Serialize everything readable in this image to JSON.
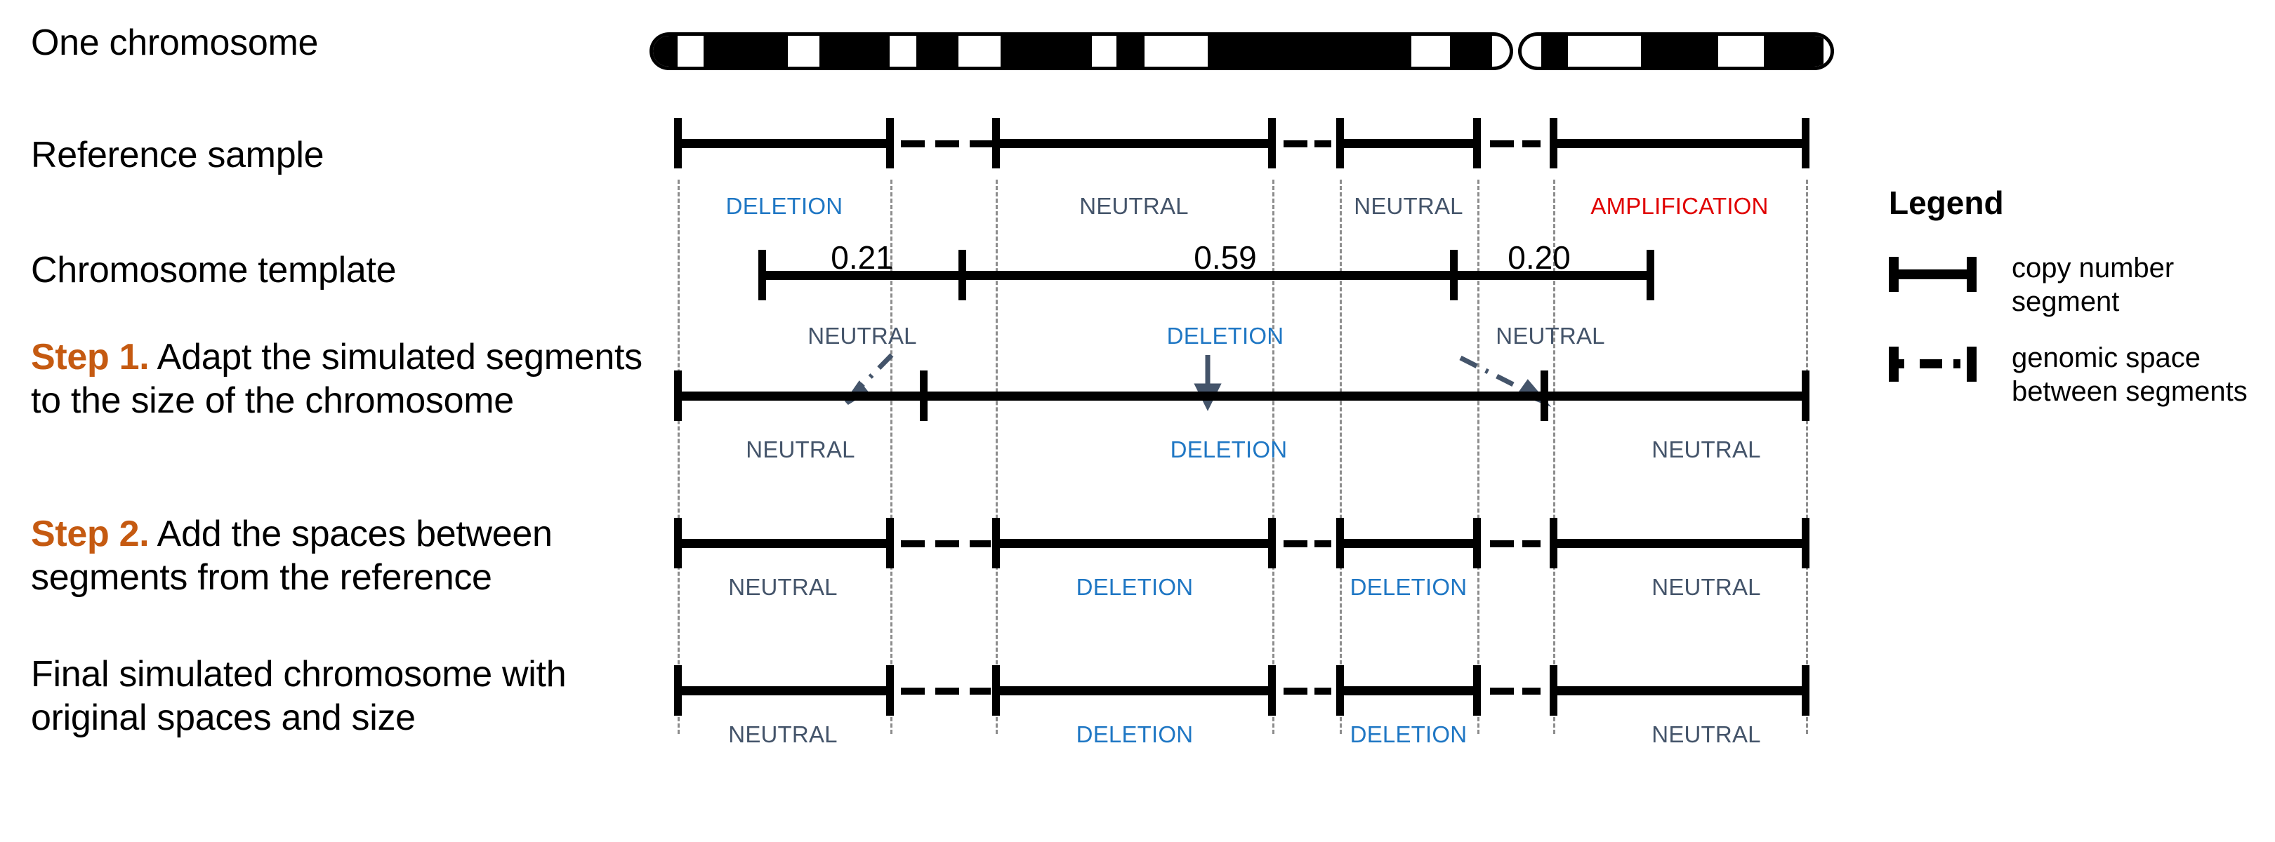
{
  "figure": {
    "title": "Chromosome copy-number simulation workflow",
    "colors": {
      "neutral": "#44546A",
      "deletion": "#1F77C4",
      "amplification": "#E00000",
      "step_tag": "#C55A11",
      "segment": "#000000",
      "guide": "#7A7A7A"
    }
  },
  "rows": {
    "chromosome": {
      "label": "One chromosome"
    },
    "reference": {
      "label": "Reference sample",
      "segments": [
        {
          "state": "DELETION",
          "state_color": "#1F77C4"
        },
        {
          "state": "NEUTRAL",
          "state_color": "#44546A"
        },
        {
          "state": "NEUTRAL",
          "state_color": "#44546A"
        },
        {
          "state": "AMPLIFICATION",
          "state_color": "#E00000"
        }
      ]
    },
    "template": {
      "label": "Chromosome template",
      "segments": [
        {
          "state": "NEUTRAL",
          "fraction": "0.21",
          "state_color": "#44546A"
        },
        {
          "state": "DELETION",
          "fraction": "0.59",
          "state_color": "#1F77C4"
        },
        {
          "state": "NEUTRAL",
          "fraction": "0.20",
          "state_color": "#44546A"
        }
      ]
    },
    "step1": {
      "tag": "Step 1.",
      "label": " Adapt the simulated segments to the size of the chromosome",
      "segments": [
        {
          "state": "NEUTRAL",
          "state_color": "#44546A"
        },
        {
          "state": "DELETION",
          "state_color": "#1F77C4"
        },
        {
          "state": "NEUTRAL",
          "state_color": "#44546A"
        }
      ]
    },
    "step2": {
      "tag": "Step 2.",
      "label": " Add the spaces between segments from the reference",
      "segments": [
        {
          "state": "NEUTRAL",
          "state_color": "#44546A"
        },
        {
          "state": "DELETION",
          "state_color": "#1F77C4"
        },
        {
          "state": "DELETION",
          "state_color": "#1F77C4"
        },
        {
          "state": "NEUTRAL",
          "state_color": "#44546A"
        }
      ]
    },
    "final": {
      "label": "Final simulated chromosome with original spaces and size",
      "segments": [
        {
          "state": "NEUTRAL",
          "state_color": "#44546A"
        },
        {
          "state": "DELETION",
          "state_color": "#1F77C4"
        },
        {
          "state": "DELETION",
          "state_color": "#1F77C4"
        },
        {
          "state": "NEUTRAL",
          "state_color": "#44546A"
        }
      ]
    }
  },
  "legend": {
    "title": "Legend",
    "items": [
      {
        "symbol": "copy-number-segment-symbol",
        "text": "copy number\nsegment"
      },
      {
        "symbol": "genomic-space-symbol",
        "text": "genomic space\nbetween segments"
      }
    ]
  }
}
